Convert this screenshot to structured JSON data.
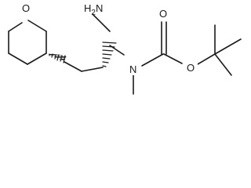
{
  "molecule": {
    "atom_labels": {
      "ring_oxygen": "O",
      "amine": "H2N",
      "amine_prefix": "H",
      "amine_subscript": "2",
      "amine_suffix": "N",
      "carbamate_nitrogen": "N",
      "carbonyl_oxygen": "O",
      "ester_oxygen": "O"
    }
  }
}
